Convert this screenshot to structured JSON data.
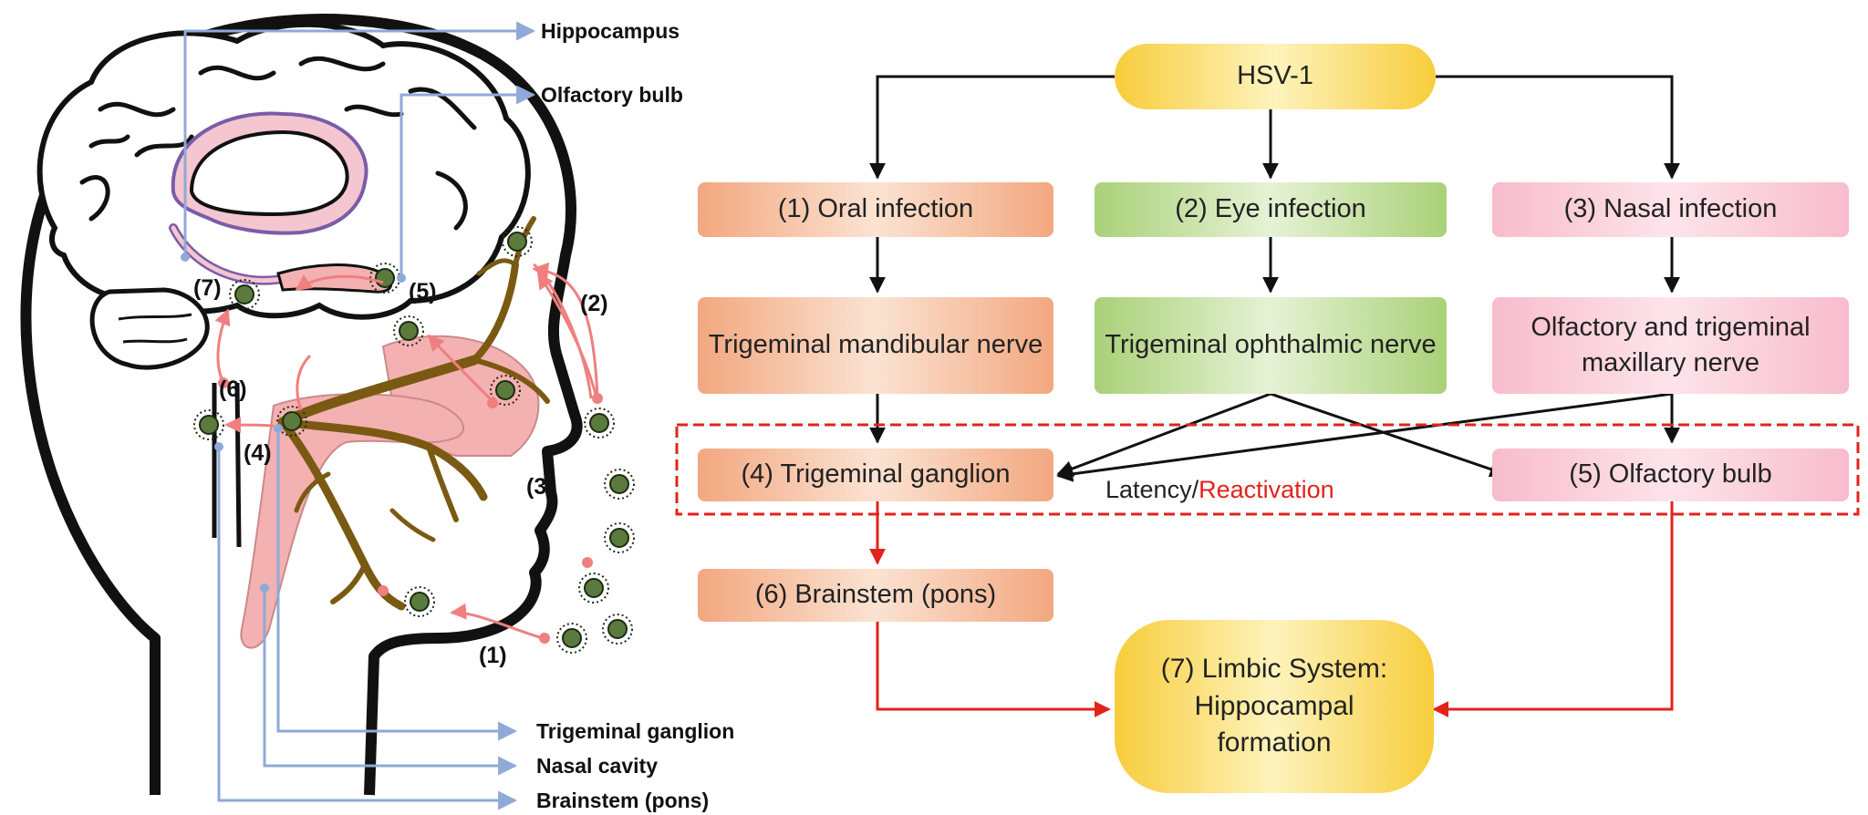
{
  "illustration": {
    "callouts": {
      "hippocampus": "Hippocampus",
      "olfactory_bulb": "Olfactory bulb",
      "trigeminal_ganglion": "Trigeminal ganglion",
      "nasal_cavity": "Nasal cavity",
      "brainstem": "Brainstem (pons)"
    },
    "markers": [
      "(1)",
      "(2)",
      "(3)",
      "(4)",
      "(5)",
      "(6)",
      "(7)"
    ]
  },
  "flowchart": {
    "root": "HSV-1",
    "infections": [
      "(1) Oral infection",
      "(2) Eye infection",
      "(3) Nasal infection"
    ],
    "nerves": [
      "Trigeminal mandibular nerve",
      "Trigeminal ophthalmic nerve",
      "Olfactory and trigeminal maxillary nerve"
    ],
    "ganglion": "(4) Trigeminal ganglion",
    "olfactory": "(5) Olfactory bulb",
    "latency": "Latency/",
    "reactivation": "Reactivation",
    "brainstem": "(6) Brainstem (pons)",
    "limbic": "(7) Limbic System: Hippocampal formation"
  },
  "colors": {
    "arrow_black": "#111111",
    "arrow_red": "#e2231a",
    "callout_blue": "#8fa9d8",
    "nerve_brown": "#7a5a12",
    "tissue_pink": "#f4b1b1",
    "virus_green": "#5a7a3e"
  }
}
